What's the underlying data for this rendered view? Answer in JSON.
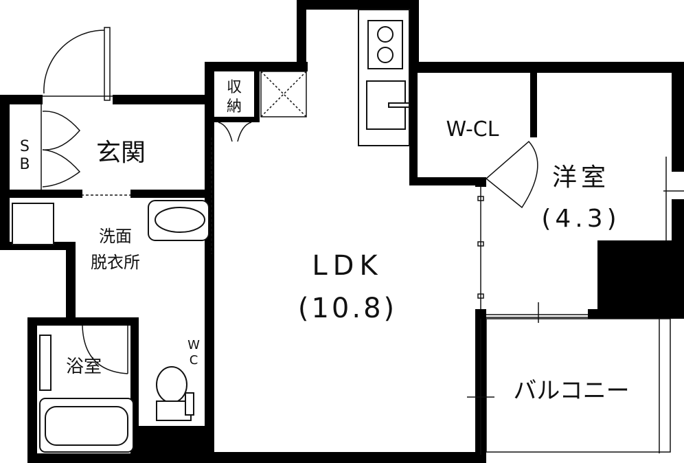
{
  "rooms": {
    "genkan": "玄関",
    "sb_line1": "S",
    "sb_line2": "B",
    "storage_line1": "収",
    "storage_line2": "納",
    "washroom_line1": "洗面",
    "washroom_line2": "脱衣所",
    "wc_line1": "W",
    "wc_line2": "C",
    "bath": "浴室",
    "ldk_name": "LDK",
    "ldk_size": "(10.8)",
    "wcl": "W-CL",
    "western_name": "洋室",
    "western_size": "(4.3)",
    "balcony": "バルコニー"
  },
  "colors": {
    "wall": "#000000",
    "line": "#111111",
    "background": "#ffffff"
  }
}
